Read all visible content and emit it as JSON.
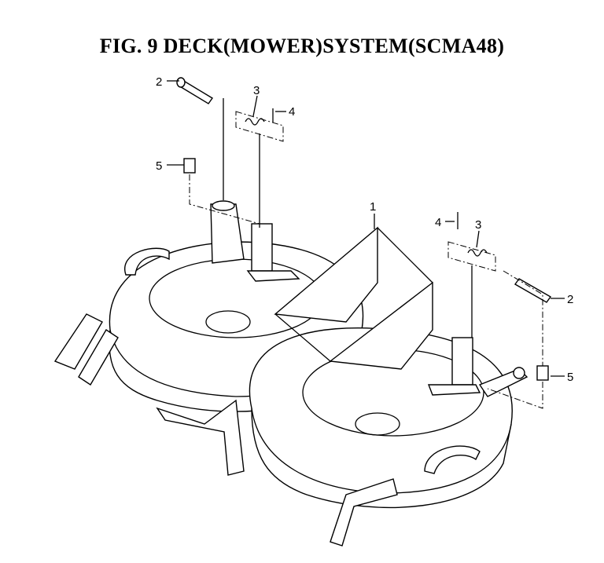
{
  "title": "FIG. 9  DECK(MOWER)SYSTEM(SCMA48)",
  "callouts": {
    "c1": "1",
    "c2_left": "2",
    "c3_left": "3",
    "c4_left": "4",
    "c5_left": "5",
    "c4_right": "4",
    "c3_right": "3",
    "c2_right": "2",
    "c5_right": "5"
  }
}
